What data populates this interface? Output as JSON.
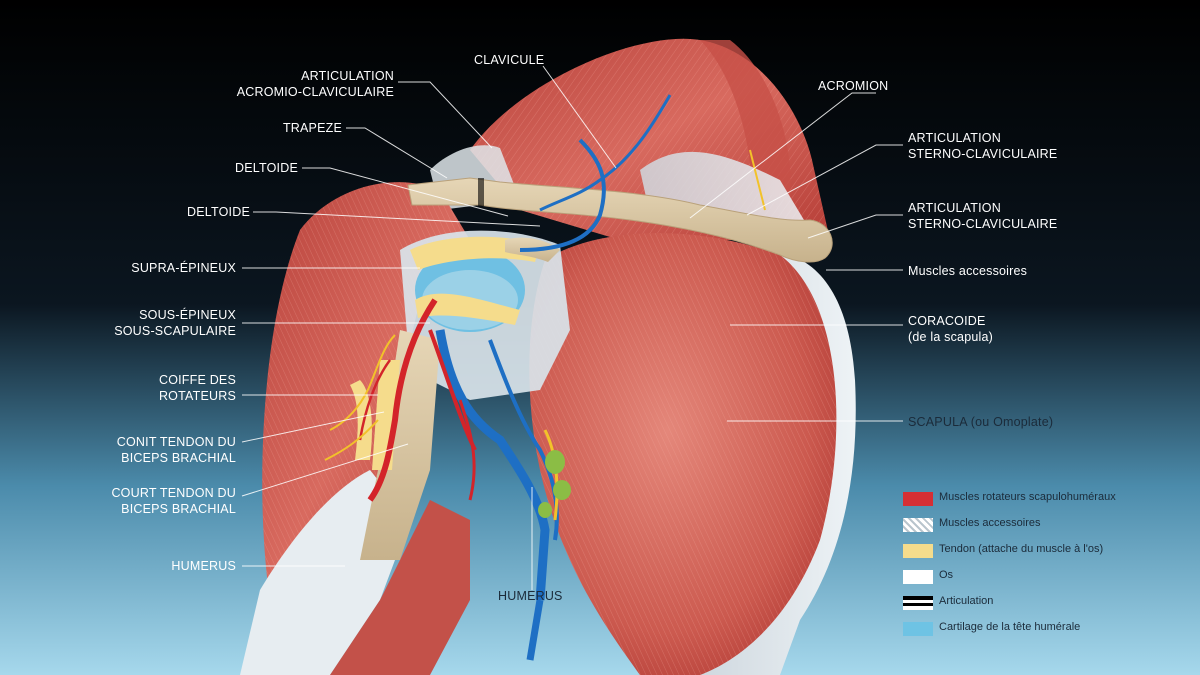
{
  "labels": {
    "art_acromio_1": "ARTICULATION",
    "art_acromio_2": "ACROMIO-CLAVICULAIRE",
    "trapeze": "TRAPEZE",
    "deltoide_1": "DELTOIDE",
    "deltoide_2": "DELTOIDE",
    "supra": "SUPRA-ÉPINEUX",
    "sous_epineux": "SOUS-ÉPINEUX",
    "sous_scap": "SOUS-SCAPULAIRE",
    "coiffe_1": "COIFFE DES",
    "coiffe_2": "ROTATEURS",
    "conit_1": "CONIT TENDON DU",
    "conit_2": "BICEPS BRACHIAL",
    "court_1": "COURT TENDON DU",
    "court_2": "BICEPS BRACHIAL",
    "humerus_left": "HUMERUS",
    "clavicule": "CLAVICULE",
    "humerus_center": "HUMERUS",
    "acromion": "ACROMION",
    "art_sterno_a1": "ARTICULATION",
    "art_sterno_a2": "STERNO-CLAVICULAIRE",
    "art_sterno_b1": "ARTICULATION",
    "art_sterno_b2": "STERNO-CLAVICULAIRE",
    "muscles_acc": "Muscles accessoires",
    "coracoide_1": "CORACOIDE",
    "coracoide_2": "(de la scapula)",
    "scapula": "SCAPULA (ou Omoplate)"
  },
  "legend": [
    {
      "label": "Muscles rotateurs scapulohuméraux",
      "color": "#d62f34",
      "pattern": "solid"
    },
    {
      "label": "Muscles accessoires",
      "color": "#ffffff",
      "pattern": "hatched"
    },
    {
      "label": "Tendon (attache du muscle à l'os)",
      "color": "#f5dc8c",
      "pattern": "solid"
    },
    {
      "label": "Os",
      "color": "#ffffff",
      "pattern": "solid"
    },
    {
      "label": "Articulation",
      "color": "#000000",
      "pattern": "striped"
    },
    {
      "label": "Cartilage de la tête humérale",
      "color": "#6ec3e4",
      "pattern": "solid"
    }
  ],
  "colors": {
    "background_top": "#000000",
    "background_bottom": "#9ed4ea",
    "muscle": "#c94a42",
    "tendon": "#f5dc8c",
    "bone": "#d8c6a3",
    "artery": "#d3242a",
    "vein": "#1e6fc4",
    "nerve": "#f2c22a"
  }
}
